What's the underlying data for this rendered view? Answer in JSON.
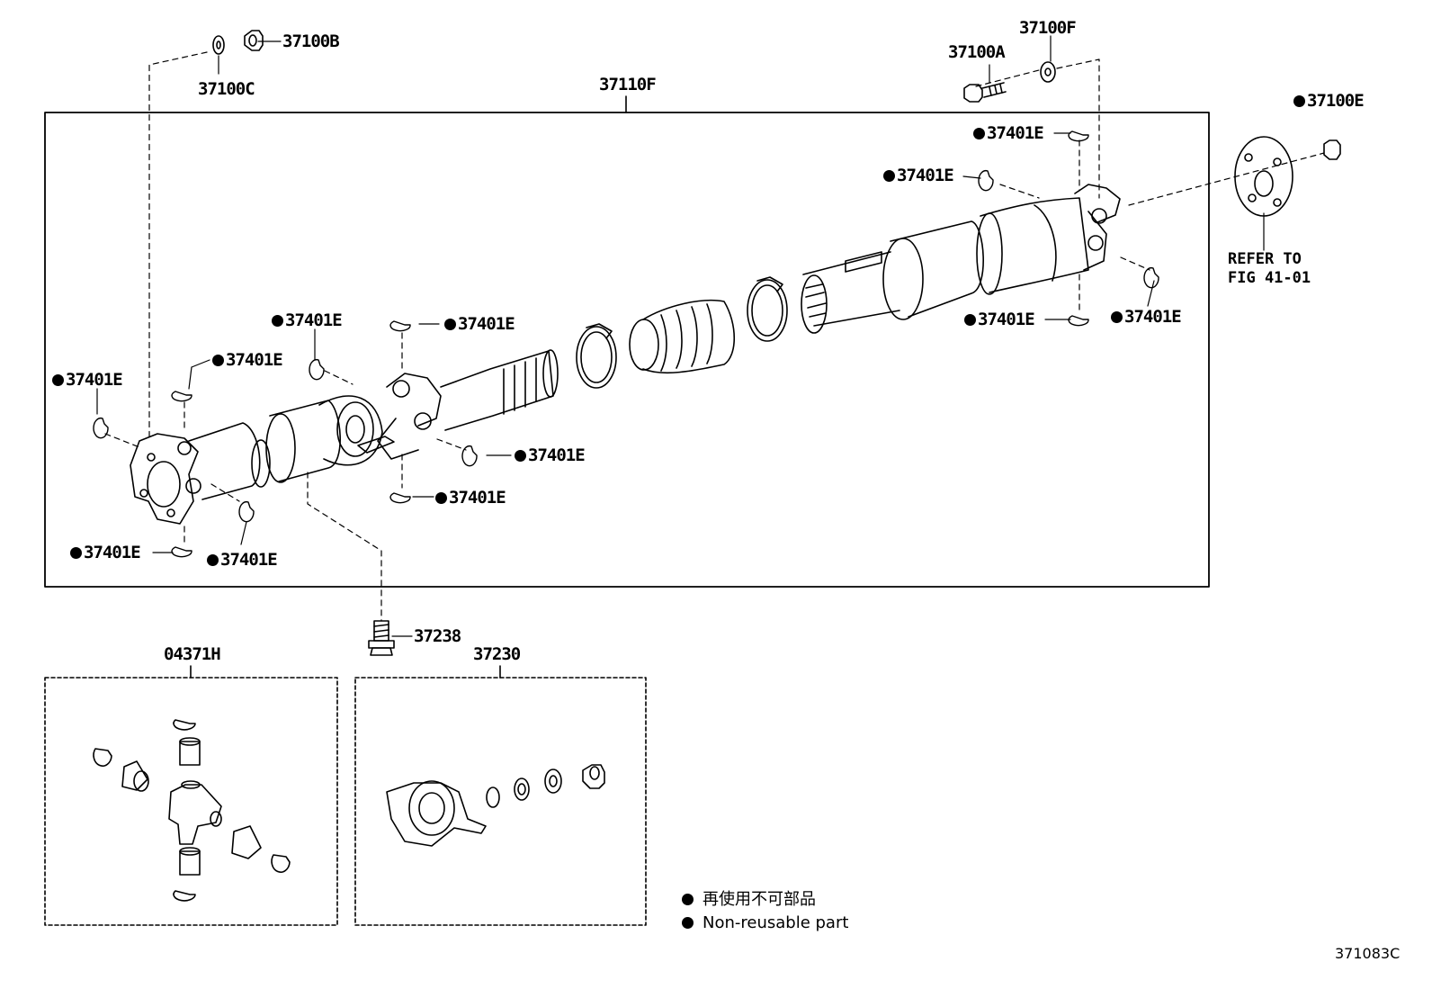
{
  "labels": {
    "main_assembly": "37110F",
    "nut_b": "37100B",
    "washer_c": "37100C",
    "bolt_a": "37100A",
    "washer_f": "37100F",
    "nut_e": "37100E",
    "snap_ring": "37401E",
    "bolt_37238": "37238",
    "spider_kit": "04371H",
    "center_bearing": "37230"
  },
  "refer": {
    "line1": "REFER TO",
    "line2": "FIG 41-01"
  },
  "legend": {
    "jp": "再使用不可部品",
    "en": "Non-reusable part"
  },
  "figure_number": "371083C"
}
